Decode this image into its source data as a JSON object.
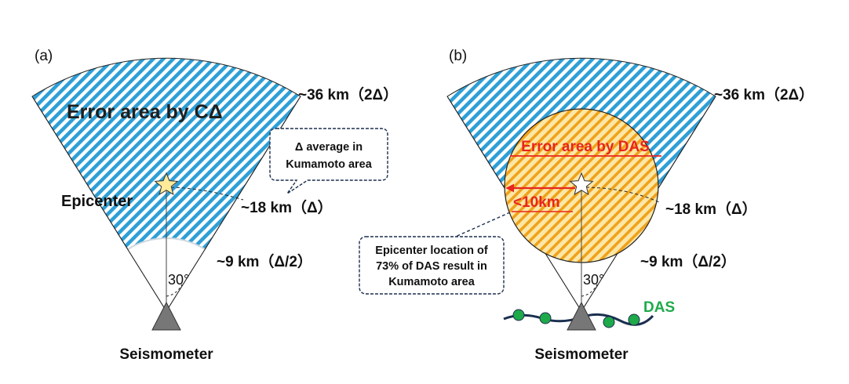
{
  "panel_a": {
    "label": "(a)",
    "error_area": "Error area by CΔ",
    "epicenter": "Epicenter",
    "callout": [
      "Δ average in",
      "Kumamoto area"
    ],
    "dist_outer": "~36 km（2Δ）",
    "dist_mid": "~18 km（Δ）",
    "dist_inner": "~9 km（Δ/2）",
    "angle": "30°",
    "station": "Seismometer"
  },
  "panel_b": {
    "label": "(b)",
    "error_area": "Error area by DAS",
    "distance_note": "<10km",
    "callout": [
      "Epicenter location of",
      "73% of DAS result in",
      "Kumamoto area"
    ],
    "dist_outer": "~36 km（2Δ）",
    "dist_mid": "~18 km（Δ）",
    "dist_inner": "~9 km（Δ/2）",
    "angle": "30°",
    "station": "Seismometer",
    "das_label": "DAS"
  },
  "colors": {
    "hatch_blue": "#2e9fd6",
    "hatch_orange": "#f0a21a",
    "das_fill": "#fde7a6",
    "error_red": "#e8251f",
    "das_green": "#1faa4a",
    "fiber_navy": "#1b2f4f",
    "seismometer_gray": "#777777"
  }
}
